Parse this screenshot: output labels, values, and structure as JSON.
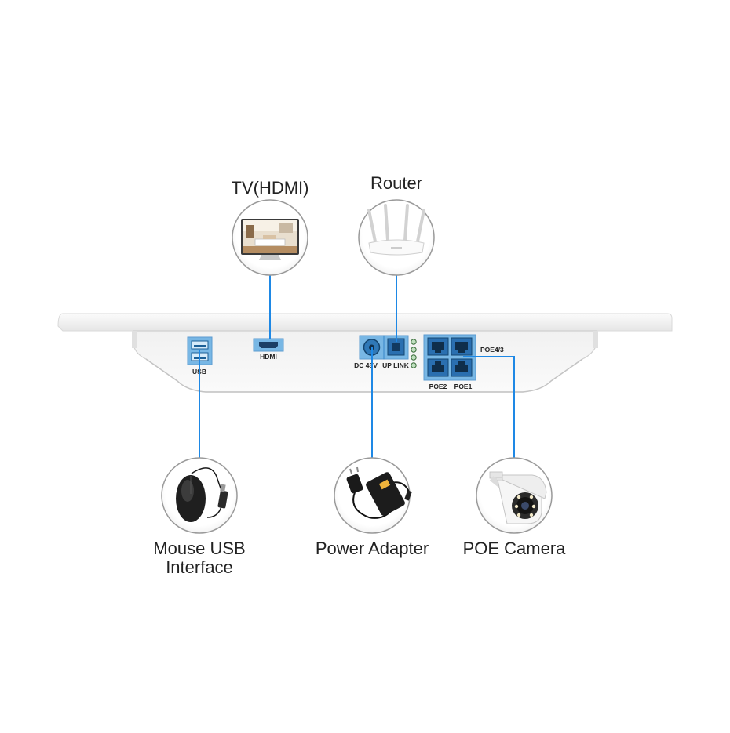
{
  "devices": {
    "tv": {
      "label": "TV(HDMI)",
      "icon": "tv-icon"
    },
    "router": {
      "label": "Router",
      "icon": "router-icon"
    },
    "mouse": {
      "label_line1": "Mouse USB",
      "label_line2": "Interface",
      "icon": "mouse-icon"
    },
    "power": {
      "label": "Power Adapter",
      "icon": "power-adapter-icon"
    },
    "camera": {
      "label": "POE Camera",
      "icon": "camera-icon"
    }
  },
  "ports": {
    "usb": "USB",
    "hdmi": "HDMI",
    "dc": "DC 48V",
    "uplink": "UP LINK",
    "poe43": "POE4/3",
    "poe2": "POE2",
    "poe1": "POE1"
  },
  "colors": {
    "connector_line": "#1e88e5",
    "highlight_fill": "#4fa3e0",
    "device_body": "#f4f4f4",
    "circle_border": "#9a9a9a"
  }
}
